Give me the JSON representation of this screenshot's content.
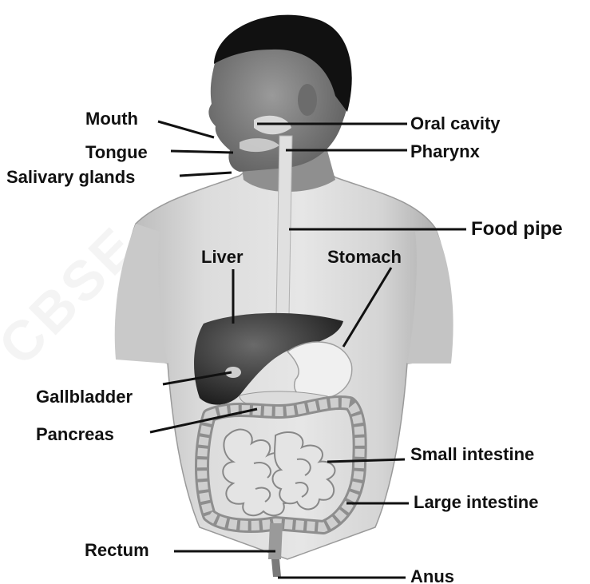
{
  "watermark": "CBSE",
  "labels": {
    "mouth": "Mouth",
    "tongue": "Tongue",
    "salivary_glands": "Salivary glands",
    "oral_cavity": "Oral cavity",
    "pharynx": "Pharynx",
    "food_pipe": "Food pipe",
    "liver": "Liver",
    "stomach": "Stomach",
    "gallbladder": "Gallbladder",
    "pancreas": "Pancreas",
    "small_intestine": "Small intestine",
    "large_intestine": "Large intestine",
    "rectum": "Rectum",
    "anus": "Anus"
  }
}
